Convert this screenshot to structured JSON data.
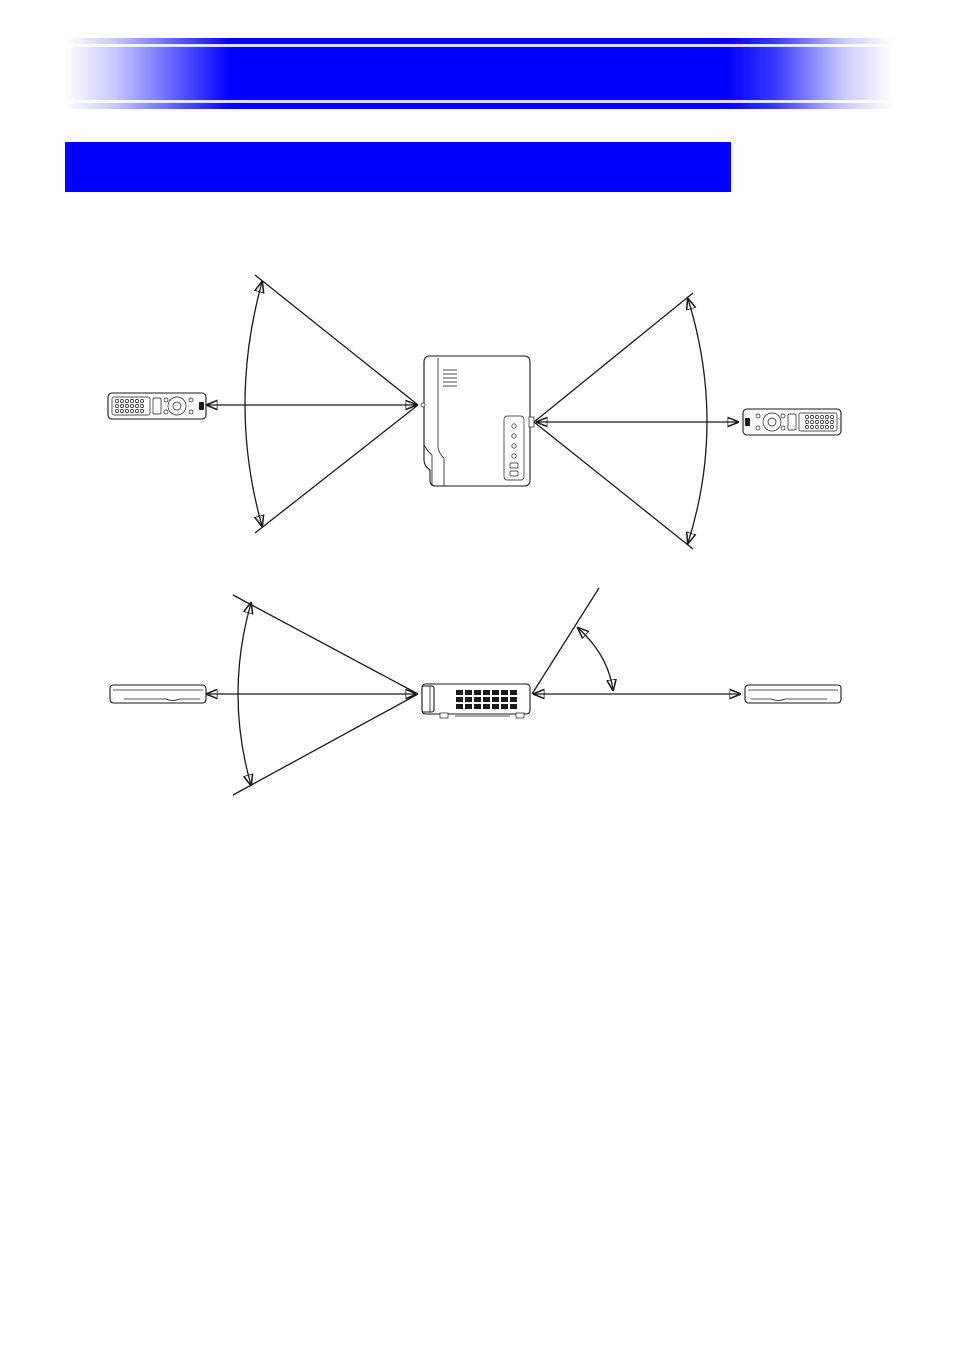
{
  "header": {
    "title": ""
  },
  "section": {
    "title": ""
  },
  "diagram": {
    "top_view": {
      "projector": "projector-top",
      "left_remote": "remote-top",
      "right_remote": "remote-top"
    },
    "side_view": {
      "projector": "projector-side",
      "left_remote": "remote-side",
      "right_remote": "remote-side"
    }
  }
}
